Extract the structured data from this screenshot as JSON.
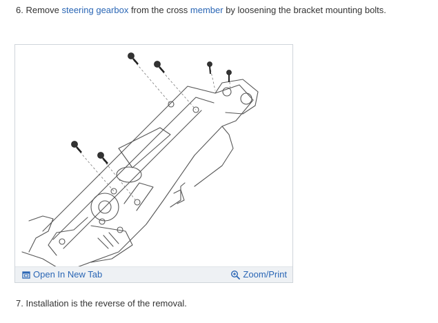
{
  "steps": {
    "step6": {
      "prefix": "6. Remove ",
      "link1": "steering gearbox",
      "middle": " from the cross ",
      "link2": "member",
      "suffix": " by loosening the bracket mounting bolts."
    },
    "step7": {
      "text": "7. Installation is the reverse of the removal."
    }
  },
  "figure": {
    "open_tab_label": "Open In New Tab",
    "zoom_print_label": "Zoom/Print",
    "icons": {
      "open_tab": "new-tab-icon",
      "zoom": "zoom-icon"
    }
  },
  "colors": {
    "link": "#2a66b5",
    "text": "#333333",
    "bar_bg": "#eef1f4"
  }
}
